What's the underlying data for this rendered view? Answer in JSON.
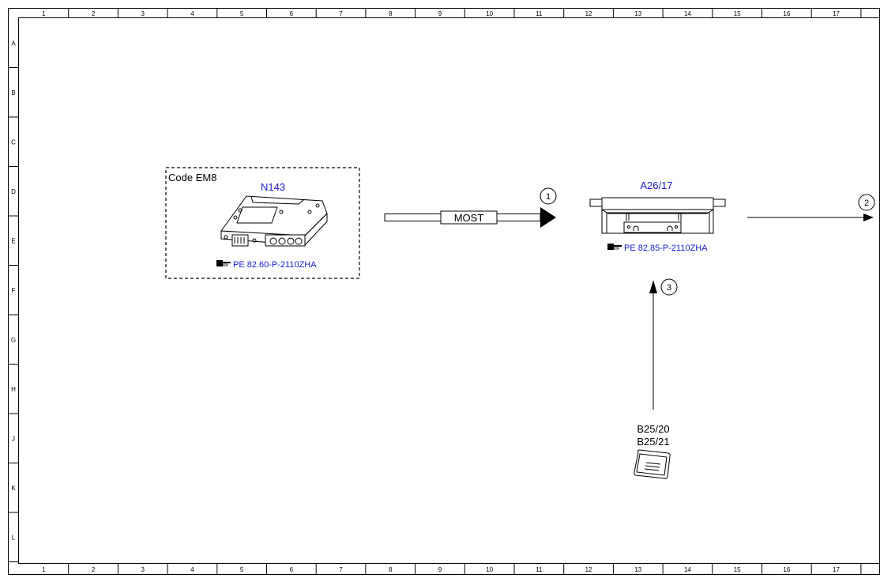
{
  "ruler": {
    "columns": [
      "1",
      "2",
      "3",
      "4",
      "5",
      "6",
      "7",
      "8",
      "9",
      "10",
      "11",
      "12",
      "13",
      "14",
      "15",
      "16",
      "17"
    ],
    "rows": [
      "A",
      "B",
      "C",
      "D",
      "E",
      "F",
      "G",
      "H",
      "J",
      "K",
      "L"
    ]
  },
  "option_box": {
    "code_label": "Code EM8",
    "component_id": "N143",
    "reference": "PE 82.60-P-2110ZHA"
  },
  "bus": {
    "label": "MOST"
  },
  "markers": {
    "m1": "1",
    "m2": "2",
    "m3": "3"
  },
  "control_unit": {
    "component_id": "A26/17",
    "reference": "PE 82.85-P-2110ZHA"
  },
  "sensor": {
    "line1": "B25/20",
    "line2": "B25/21"
  },
  "icons": {
    "reference": "pointing-hand-icon"
  },
  "colors": {
    "component_label": "#1a1acc",
    "line": "#000000",
    "background": "#ffffff"
  }
}
